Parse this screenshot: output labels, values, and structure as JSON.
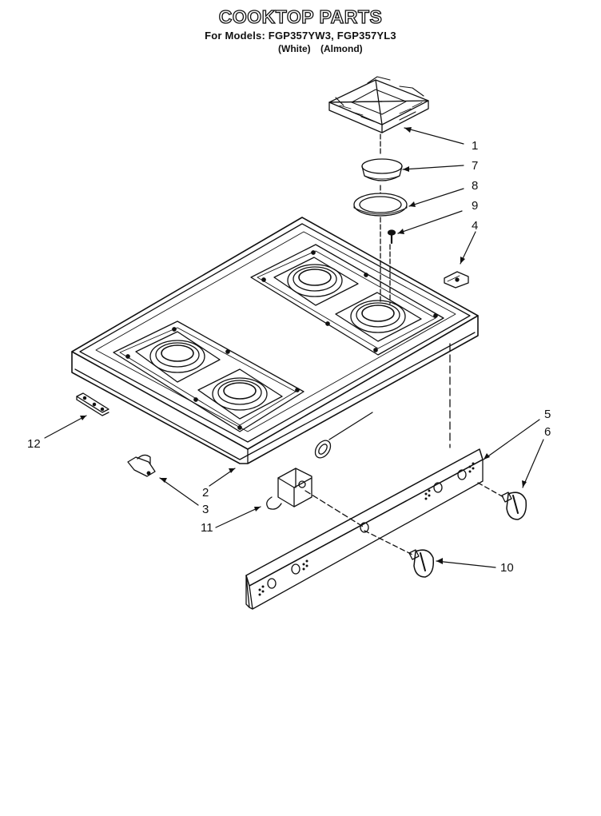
{
  "header": {
    "title": "COOKTOP PARTS",
    "subtitle": "For Models: FGP357YW3, FGP357YL3",
    "variant_white": "(White)",
    "variant_almond": "(Almond)"
  },
  "callouts": [
    "1",
    "7",
    "8",
    "9",
    "4",
    "5",
    "6",
    "12",
    "2",
    "3",
    "11",
    "10"
  ],
  "colors": {
    "line": "#111111",
    "background": "#ffffff"
  }
}
